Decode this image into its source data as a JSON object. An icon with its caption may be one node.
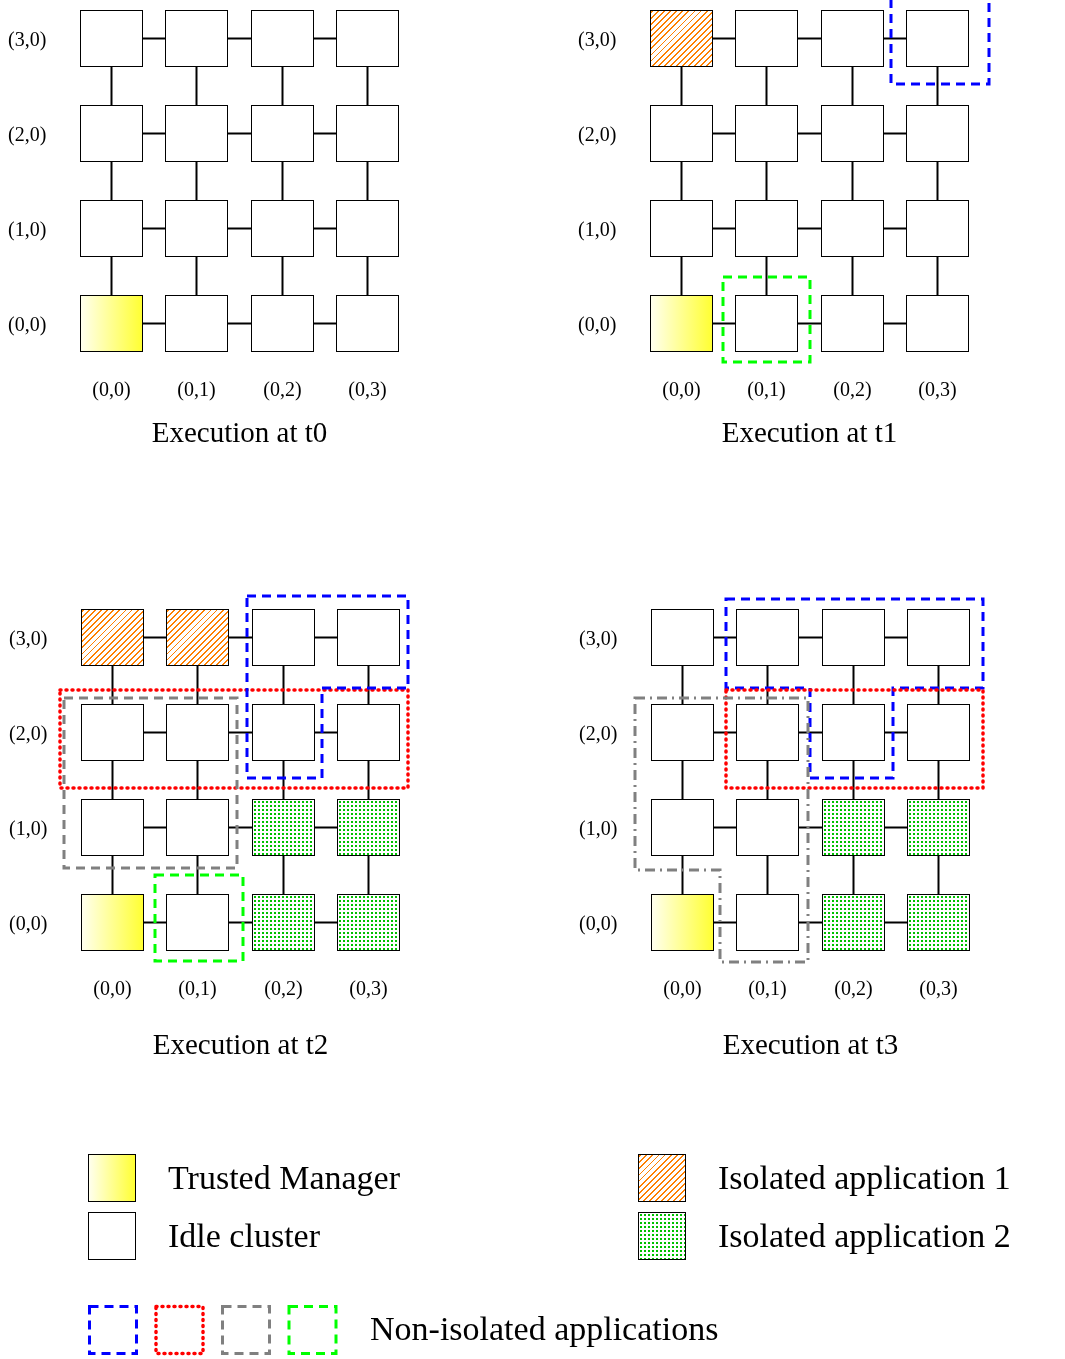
{
  "diagram": {
    "nodes": [
      {
        "text": [],
        "shape": "box"
      },
      {
        "text": [],
        "shape": "box"
      },
      {
        "text": [],
        "shape": "box"
      },
      {
        "text": [],
        "shape": "box"
      },
      {
        "text": [],
        "shape": "box"
      },
      {
        "text": [],
        "shape": "box"
      },
      {
        "text": [],
        "shape": "box"
      },
      {
        "text": [],
        "shape": "box"
      },
      {
        "text": [],
        "shape": "box"
      },
      {
        "text": [],
        "shape": "box"
      },
      {
        "text": [],
        "shape": "box"
      },
      {
        "text": [],
        "shape": "box"
      },
      {
        "text": [],
        "shape": "box"
      },
      {
        "text": [],
        "shape": "box"
      },
      {
        "text": [],
        "shape": "box"
      },
      {
        "text": [],
        "shape": "box"
      },
      {
        "text": [],
        "shape": "box"
      },
      {
        "text": [],
        "shape": "box"
      },
      {
        "text": [],
        "shape": "box"
      },
      {
        "text": [],
        "shape": "box"
      },
      {
        "text": [],
        "shape": "box"
      },
      {
        "text": [],
        "shape": "box"
      },
      {
        "text": [],
        "shape": "box"
      },
      {
        "text": [],
        "shape": "box"
      },
      {
        "text": [],
        "shape": "box"
      },
      {
        "text": [],
        "shape": "box"
      },
      {
        "text": [],
        "shape": "box"
      },
      {
        "text": [],
        "shape": "box"
      },
      {
        "text": [],
        "shape": "box"
      },
      {
        "text": [],
        "shape": "box"
      },
      {
        "text": [],
        "shape": "box"
      },
      {
        "text": [],
        "shape": "box"
      },
      {
        "text": [],
        "shape": "box"
      },
      {
        "text": [],
        "shape": "box"
      },
      {
        "text": [],
        "shape": "box"
      },
      {
        "text": [],
        "shape": "box"
      },
      {
        "text": [],
        "shape": "box"
      },
      {
        "text": [],
        "shape": "box"
      },
      {
        "text": [],
        "shape": "box"
      },
      {
        "text": [],
        "shape": "box"
      },
      {
        "text": [],
        "shape": "box"
      },
      {
        "text": [],
        "shape": "box"
      },
      {
        "text": [],
        "shape": "box"
      },
      {
        "text": [],
        "shape": "box"
      },
      {
        "text": [],
        "shape": "box"
      },
      {
        "text": [],
        "shape": "box"
      },
      {
        "text": [],
        "shape": "box"
      },
      {
        "text": [],
        "shape": "box"
      },
      {
        "text": [],
        "shape": "box"
      },
      {
        "text": [],
        "shape": "box"
      },
      {
        "text": [],
        "shape": "box"
      },
      {
        "text": [],
        "shape": "box"
      },
      {
        "text": [],
        "shape": "box"
      },
      {
        "text": [],
        "shape": "box"
      },
      {
        "text": [],
        "shape": "box"
      },
      {
        "text": [],
        "shape": "box"
      },
      {
        "text": [],
        "shape": "box"
      },
      {
        "text": [],
        "shape": "box"
      },
      {
        "text": [],
        "shape": "box"
      },
      {
        "text": [],
        "shape": "box"
      },
      {
        "text": [],
        "shape": "box"
      },
      {
        "text": [],
        "shape": "box"
      },
      {
        "text": [],
        "shape": "box"
      },
      {
        "text": [],
        "shape": "box"
      }
    ],
    "edges": [
      {
        "from": 0,
        "to": 1,
        "arrow": "none"
      },
      {
        "from": 1,
        "to": 2,
        "arrow": "none"
      },
      {
        "from": 2,
        "to": 3,
        "arrow": "none"
      },
      {
        "from": 4,
        "to": 5,
        "arrow": "none"
      },
      {
        "from": 5,
        "to": 6,
        "arrow": "none"
      },
      {
        "from": 6,
        "to": 7,
        "arrow": "none"
      },
      {
        "from": 8,
        "to": 9,
        "arrow": "none"
      },
      {
        "from": 9,
        "to": 10,
        "arrow": "none"
      },
      {
        "from": 10,
        "to": 11,
        "arrow": "none"
      },
      {
        "from": 12,
        "to": 13,
        "arrow": "none"
      },
      {
        "from": 13,
        "to": 14,
        "arrow": "none"
      },
      {
        "from": 14,
        "to": 15,
        "arrow": "none"
      },
      {
        "from": 0,
        "to": 4,
        "arrow": "none"
      },
      {
        "from": 1,
        "to": 5,
        "arrow": "none"
      },
      {
        "from": 2,
        "to": 6,
        "arrow": "none"
      },
      {
        "from": 3,
        "to": 7,
        "arrow": "none"
      },
      {
        "from": 4,
        "to": 8,
        "arrow": "none"
      },
      {
        "from": 5,
        "to": 9,
        "arrow": "none"
      },
      {
        "from": 6,
        "to": 10,
        "arrow": "none"
      },
      {
        "from": 7,
        "to": 11,
        "arrow": "none"
      },
      {
        "from": 8,
        "to": 12,
        "arrow": "none"
      },
      {
        "from": 9,
        "to": 13,
        "arrow": "none"
      },
      {
        "from": 10,
        "to": 14,
        "arrow": "none"
      },
      {
        "from": 11,
        "to": 15,
        "arrow": "none"
      },
      {
        "from": 16,
        "to": 17,
        "arrow": "none"
      },
      {
        "from": 17,
        "to": 18,
        "arrow": "none"
      },
      {
        "from": 18,
        "to": 19,
        "arrow": "none"
      },
      {
        "from": 20,
        "to": 21,
        "arrow": "none"
      },
      {
        "from": 21,
        "to": 22,
        "arrow": "none"
      },
      {
        "from": 22,
        "to": 23,
        "arrow": "none"
      },
      {
        "from": 24,
        "to": 25,
        "arrow": "none"
      },
      {
        "from": 25,
        "to": 26,
        "arrow": "none"
      },
      {
        "from": 26,
        "to": 27,
        "arrow": "none"
      },
      {
        "from": 28,
        "to": 29,
        "arrow": "none"
      },
      {
        "from": 29,
        "to": 30,
        "arrow": "none"
      },
      {
        "from": 30,
        "to": 31,
        "arrow": "none"
      },
      {
        "from": 16,
        "to": 20,
        "arrow": "none"
      },
      {
        "from": 17,
        "to": 21,
        "arrow": "none"
      },
      {
        "from": 18,
        "to": 22,
        "arrow": "none"
      },
      {
        "from": 19,
        "to": 23,
        "arrow": "none"
      },
      {
        "from": 20,
        "to": 24,
        "arrow": "none"
      },
      {
        "from": 21,
        "to": 25,
        "arrow": "none"
      },
      {
        "from": 22,
        "to": 26,
        "arrow": "none"
      },
      {
        "from": 23,
        "to": 27,
        "arrow": "none"
      },
      {
        "from": 24,
        "to": 28,
        "arrow": "none"
      },
      {
        "from": 25,
        "to": 29,
        "arrow": "none"
      },
      {
        "from": 26,
        "to": 30,
        "arrow": "none"
      },
      {
        "from": 27,
        "to": 31,
        "arrow": "none"
      },
      {
        "from": 32,
        "to": 33,
        "arrow": "none"
      },
      {
        "from": 33,
        "to": 34,
        "arrow": "none"
      },
      {
        "from": 34,
        "to": 35,
        "arrow": "none"
      },
      {
        "from": 36,
        "to": 37,
        "arrow": "none"
      },
      {
        "from": 37,
        "to": 38,
        "arrow": "none"
      },
      {
        "from": 38,
        "to": 39,
        "arrow": "none"
      },
      {
        "from": 40,
        "to": 41,
        "arrow": "none"
      },
      {
        "from": 41,
        "to": 42,
        "arrow": "none"
      },
      {
        "from": 42,
        "to": 43,
        "arrow": "none"
      },
      {
        "from": 44,
        "to": 45,
        "arrow": "none"
      },
      {
        "from": 45,
        "to": 46,
        "arrow": "none"
      },
      {
        "from": 46,
        "to": 47,
        "arrow": "none"
      },
      {
        "from": 32,
        "to": 36,
        "arrow": "none"
      },
      {
        "from": 33,
        "to": 37,
        "arrow": "none"
      },
      {
        "from": 34,
        "to": 38,
        "arrow": "none"
      },
      {
        "from": 35,
        "to": 39,
        "arrow": "none"
      },
      {
        "from": 36,
        "to": 40,
        "arrow": "none"
      },
      {
        "from": 37,
        "to": 41,
        "arrow": "none"
      },
      {
        "from": 38,
        "to": 42,
        "arrow": "none"
      },
      {
        "from": 39,
        "to": 43,
        "arrow": "none"
      },
      {
        "from": 40,
        "to": 44,
        "arrow": "none"
      },
      {
        "from": 41,
        "to": 45,
        "arrow": "none"
      },
      {
        "from": 42,
        "to": 46,
        "arrow": "none"
      },
      {
        "from": 43,
        "to": 47,
        "arrow": "none"
      },
      {
        "from": 48,
        "to": 49,
        "arrow": "none"
      },
      {
        "from": 49,
        "to": 50,
        "arrow": "none"
      },
      {
        "from": 50,
        "to": 51,
        "arrow": "none"
      },
      {
        "from": 52,
        "to": 53,
        "arrow": "none"
      },
      {
        "from": 53,
        "to": 54,
        "arrow": "none"
      },
      {
        "from": 54,
        "to": 55,
        "arrow": "none"
      },
      {
        "from": 56,
        "to": 57,
        "arrow": "none"
      },
      {
        "from": 57,
        "to": 58,
        "arrow": "none"
      },
      {
        "from": 58,
        "to": 59,
        "arrow": "none"
      },
      {
        "from": 60,
        "to": 61,
        "arrow": "none"
      },
      {
        "from": 61,
        "to": 62,
        "arrow": "none"
      },
      {
        "from": 62,
        "to": 63,
        "arrow": "none"
      },
      {
        "from": 48,
        "to": 52,
        "arrow": "none"
      },
      {
        "from": 49,
        "to": 53,
        "arrow": "none"
      },
      {
        "from": 50,
        "to": 54,
        "arrow": "none"
      },
      {
        "from": 51,
        "to": 55,
        "arrow": "none"
      },
      {
        "from": 52,
        "to": 56,
        "arrow": "none"
      },
      {
        "from": 53,
        "to": 57,
        "arrow": "none"
      },
      {
        "from": 54,
        "to": 58,
        "arrow": "none"
      },
      {
        "from": 55,
        "to": 59,
        "arrow": "none"
      },
      {
        "from": 56,
        "to": 60,
        "arrow": "none"
      },
      {
        "from": 57,
        "to": 61,
        "arrow": "none"
      },
      {
        "from": 58,
        "to": 62,
        "arrow": "none"
      },
      {
        "from": 59,
        "to": 63,
        "arrow": "none"
      }
    ],
    "labels": [
      "(3,0)",
      "(2,0)",
      "(1,0)",
      "(0,0)",
      "(0,0)",
      "(0,1)",
      "(0,2)",
      "(0,3)",
      "Execution at t0",
      "(3,0)",
      "(2,0)",
      "(1,0)",
      "(0,0)",
      "(0,0)",
      "(0,1)",
      "(0,2)",
      "(0,3)",
      "Execution at t1",
      "(3,0)",
      "(2,0)",
      "(1,0)",
      "(0,0)",
      "(0,0)",
      "(0,1)",
      "(0,2)",
      "(0,3)",
      "Execution at t2",
      "(3,0)",
      "(2,0)",
      "(1,0)",
      "(0,0)",
      "(0,0)",
      "(0,1)",
      "(0,2)",
      "(0,3)",
      "Execution at t3"
    ],
    "legend": [
      {
        "text": "Trusted Manager"
      },
      {
        "text": "Idle cluster",
        "color": "#ffffff"
      },
      {
        "text": "Isolated application 1"
      },
      {
        "text": "Isolated application 2"
      },
      {
        "text": "Non-isolated applications"
      }
    ]
  }
}
